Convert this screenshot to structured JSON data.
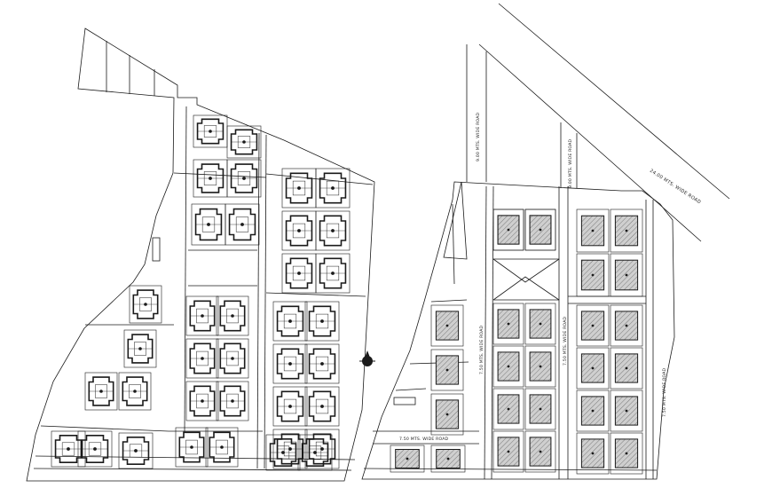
{
  "drawing": {
    "background": "#ffffff",
    "line_color": "#1a1a1a",
    "hatch_color": "#9a9a9a",
    "road_labels": {
      "main_road": "24.00 MTS. WIDE ROAD",
      "top_road_left": "9.00 MTS. WIDE ROAD",
      "top_road_mid": "9.00 MTS. WIDE ROAD",
      "mid_road_left": "7.50 MTS. WIDE ROAD",
      "mid_road_center": "7.50 MTS. WIDE ROAD",
      "mid_road_right": "7.50 MTS. WIDE ROAD",
      "bottom_road": "7.50 MTS. WIDE ROAD"
    },
    "icons": [
      "north-arrow-icon"
    ]
  }
}
